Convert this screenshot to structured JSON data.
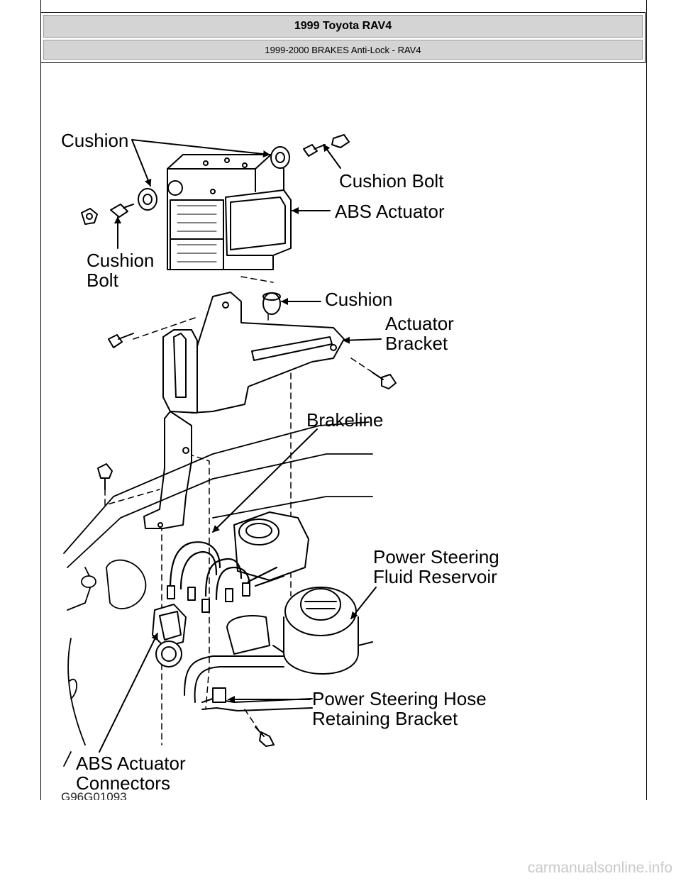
{
  "header": {
    "title": "1999 Toyota RAV4",
    "subtitle": "1999-2000 BRAKES Anti-Lock - RAV4"
  },
  "figure": {
    "labels": {
      "cushion_top": "Cushion",
      "cushion_bolt_right": "Cushion Bolt",
      "abs_actuator": "ABS Actuator",
      "cushion_bolt_left": "Cushion\nBolt",
      "cushion_lower": "Cushion",
      "actuator_bracket": "Actuator\nBracket",
      "brakeline": "Brakeline",
      "ps_fluid_reservoir": "Power Steering\nFluid Reservoir",
      "ps_hose_bracket": "Power Steering Hose\nRetaining Bracket",
      "abs_connectors": "ABS Actuator\nConnectors"
    },
    "code": "G96G01093"
  },
  "footer": {
    "brand": "carmanualsonline.info"
  }
}
